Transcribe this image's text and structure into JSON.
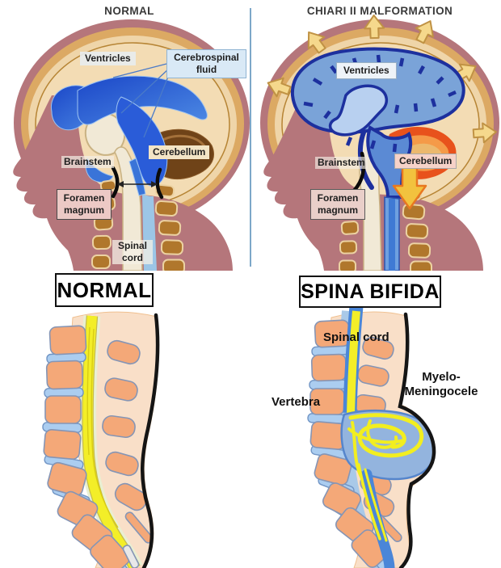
{
  "top_left": {
    "title": "NORMAL",
    "ventricles_label": "Ventricles",
    "csf_label": "Cerebrospinal fluid",
    "cerebellum_label": "Cerebellum",
    "brainstem_label": "Brainstem",
    "foramen_label": "Foramen magnum",
    "spinal_cord_label": "Spinal cord"
  },
  "top_right": {
    "title": "CHIARI II MALFORMATION",
    "ventricles_label": "Ventricles",
    "cerebellum_label": "Cerebellum",
    "brainstem_label": "Brainstem",
    "foramen_label": "Foramen magnum"
  },
  "bottom_left": {
    "title": "NORMAL"
  },
  "bottom_right": {
    "title": "SPINA BIFIDA",
    "spinal_cord_label": "Spinal cord",
    "vertebra_label": "Vertebra",
    "myelomeningocele_label": "Myelo-Meningocele"
  },
  "colors": {
    "face_mauve": "#b5767b",
    "skull_tan": "#dca963",
    "skull_interior": "#f0d6aa",
    "ventricle_blue": "#2255cc",
    "chiari_ventricle_fill": "#7aa3d8",
    "navy_outline": "#1d309e",
    "pressure_arrow_yellow": "#f5d88c",
    "herniation_red": "#e8521c",
    "herniation_arrow_yellow": "#f2c23e",
    "brainstem_cream": "#f1e9d6",
    "vertebra_salmon": "#f4a878",
    "disc_blue": "#abcdf0",
    "spinal_cord_yellow": "#f3ee28",
    "meningocele_sac_blue": "#93b4de",
    "tissue_peach": "#f9dfc8",
    "skin_line_black": "#151515",
    "divider_blue": "#7da7c9"
  }
}
